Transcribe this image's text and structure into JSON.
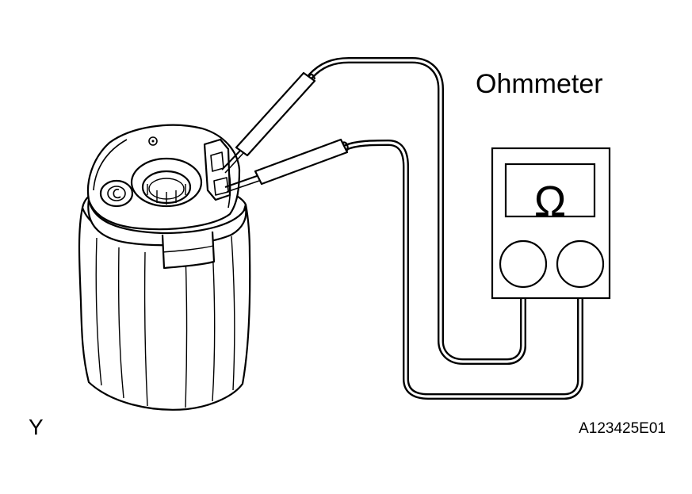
{
  "labels": {
    "meter_name": "Ohmmeter",
    "ohm_symbol": "Ω",
    "view_letter": "Y",
    "figure_code": "A123425E01"
  },
  "colors": {
    "line": "#000000",
    "background": "#ffffff"
  }
}
